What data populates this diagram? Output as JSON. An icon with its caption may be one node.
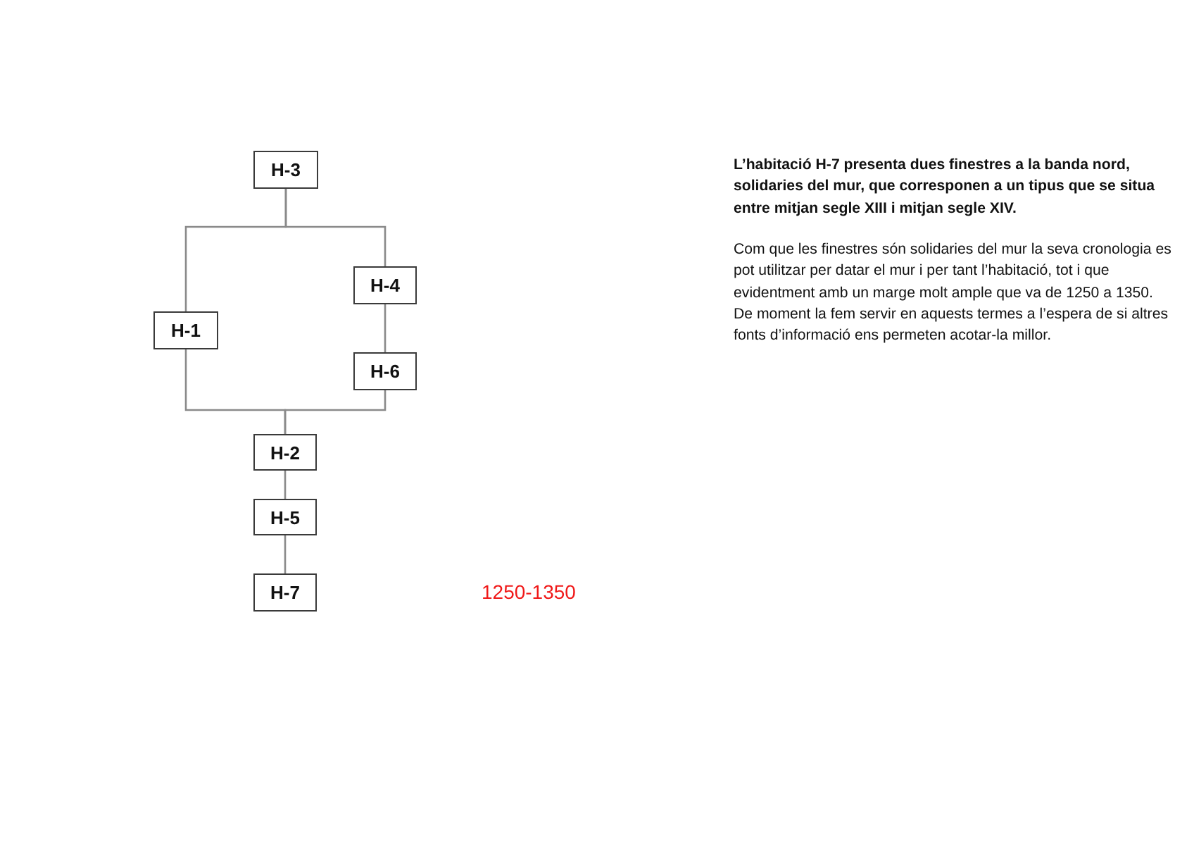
{
  "diagram": {
    "nodes": [
      {
        "text": [
          "H-3"
        ]
      },
      {
        "text": [
          "H-4"
        ]
      },
      {
        "text": [
          "H-1"
        ]
      },
      {
        "text": [
          "H-6"
        ]
      },
      {
        "text": [
          "H-2"
        ]
      },
      {
        "text": [
          "H-5"
        ]
      },
      {
        "text": [
          "H-7"
        ]
      }
    ],
    "edges": [
      {
        "from": 0,
        "to": 2,
        "arrow": "none"
      },
      {
        "from": 0,
        "to": 1,
        "arrow": "none"
      },
      {
        "from": 1,
        "to": 3,
        "arrow": "none"
      },
      {
        "from": 2,
        "to": 4,
        "arrow": "none"
      },
      {
        "from": 3,
        "to": 4,
        "arrow": "none"
      },
      {
        "from": 4,
        "to": 5,
        "arrow": "none"
      },
      {
        "from": 5,
        "to": 6,
        "arrow": "none"
      }
    ],
    "labels": [
      "L’habitació H-7 presenta dues finestres a la banda nord, solidaries del mur, que corresponen a un tipus que se situa entre mitjan segle XIII i mitjan segle XIV.",
      "Com que les finestres són solidaries del mur la seva cronologia es pot utilitzar per datar el mur i per tant l’habitació, tot i que evidentment amb un marge molt ample que va de 1250 a 1350. De moment la fem servir en aquests termes a l’espera de si altres fonts d’informació ens permeten acotar-la millor.",
      "1250-1350"
    ]
  }
}
